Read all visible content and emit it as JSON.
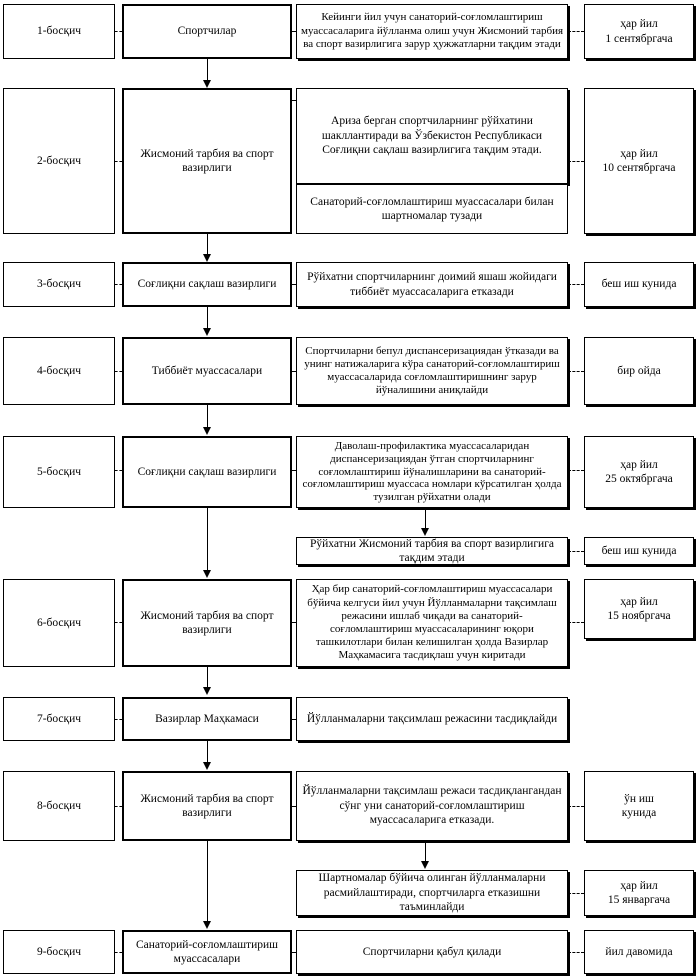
{
  "stages": [
    {
      "label": "1-босқич",
      "actor": "Спортчилар",
      "action": "Кейинги йил учун санаторий-соғломлаштириш муассасаларига йўлланма олиш учун Жисмоний тарбия ва спорт вазирлигига зарур ҳужжатларни тақдим этади",
      "deadline": "ҳар йил\n1 сентябргача"
    },
    {
      "label": "2-босқич",
      "actor": "Жисмоний тарбия ва спорт вазирлиги",
      "action": "Ариза берган спортчиларнинг рўйхатини шакллантиради ва Ўзбекистон Республикаси Соғлиқни сақлаш вазирлигига тақдим этади.",
      "action2": "Санаторий-соғломлаштириш муассасалари билан шартномалар тузади",
      "deadline": "ҳар йил\n10 сентябргача"
    },
    {
      "label": "3-босқич",
      "actor": "Соғлиқни сақлаш вазирлиги",
      "action": "Рўйхатни спортчиларнинг доимий яшаш жойидаги тиббиёт муассасаларига етказади",
      "deadline": "беш иш кунида"
    },
    {
      "label": "4-босқич",
      "actor": "Тиббиёт муассасалари",
      "action": "Спортчиларни бепул диспансеризациядан ўтказади ва унинг натижаларига кўра санаторий-соғломлаштириш муассасаларида соғломлаштиришнинг зарур йўналишини аниқлайди",
      "deadline": "бир ойда"
    },
    {
      "label": "5-босқич",
      "actor": "Соғлиқни сақлаш вазирлиги",
      "action": "Даволаш-профилактика муассасаларидан диспансеризациядан ўтган спортчиларнинг соғломлаштириш йўналишларини ва санаторий-соғломлаштириш муассаса номлари кўрсатилган ҳолда тузилган рўйхатни олади",
      "deadline": "ҳар йил\n25 октябргача",
      "sub_action": "Рўйхатни Жисмоний тарбия ва спорт вазирлигига тақдим этади",
      "sub_deadline": "беш иш кунида"
    },
    {
      "label": "6-босқич",
      "actor": "Жисмоний тарбия ва спорт вазирлиги",
      "action": "Ҳар бир санаторий-соғломлаштириш муассасалари бўйича келгуси йил учун Йўлланмаларни тақсимлаш режасини ишлаб чиқади ва санаторий-соғломлаштириш муассасаларининг юқори ташкилотлари билан келишилган ҳолда Вазирлар Маҳкамасига тасдиқлаш учун киритади",
      "deadline": "ҳар йил\n15 ноябргача"
    },
    {
      "label": "7-босқич",
      "actor": "Вазирлар Маҳкамаси",
      "action": "Йўлланмаларни тақсимлаш режасини тасдиқлайди"
    },
    {
      "label": "8-босқич",
      "actor": "Жисмоний тарбия ва спорт вазирлиги",
      "action": "Йўлланмаларни тақсимлаш режаси тасдиқлангандан сўнг уни санаторий-соғломлаштириш муассасаларига етказади.",
      "deadline": "ўн иш\nкунида",
      "sub_action": "Шартномалар бўйича олинган йўлланмаларни расмийлаштиради, спортчиларга етказишни таъминлайди",
      "sub_deadline": "ҳар йил\n15 январгача"
    },
    {
      "label": "9-босқич",
      "actor": "Санаторий-соғломлаштириш муассасалари",
      "action": "Спортчиларни қабул қилади",
      "deadline": "йил давомида"
    }
  ]
}
